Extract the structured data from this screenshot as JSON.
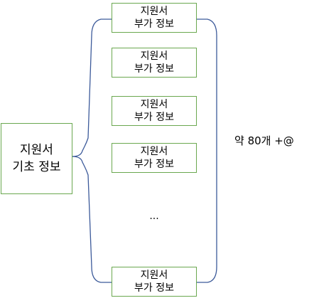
{
  "colors": {
    "box_border": "#6aa84f",
    "bracket_line": "#3c5a9a"
  },
  "diagram": {
    "main_box": {
      "label": "지원서\n기초 정보"
    },
    "sub_boxes": [
      {
        "label": "지원서\n부가 정보"
      },
      {
        "label": "지원서\n부가 정보"
      },
      {
        "label": "지원서\n부가 정보"
      },
      {
        "label": "지원서\n부가 정보"
      },
      {
        "label": "지원서\n부가 정보"
      }
    ],
    "ellipsis": "...",
    "count_label": "약 80개 +@"
  }
}
